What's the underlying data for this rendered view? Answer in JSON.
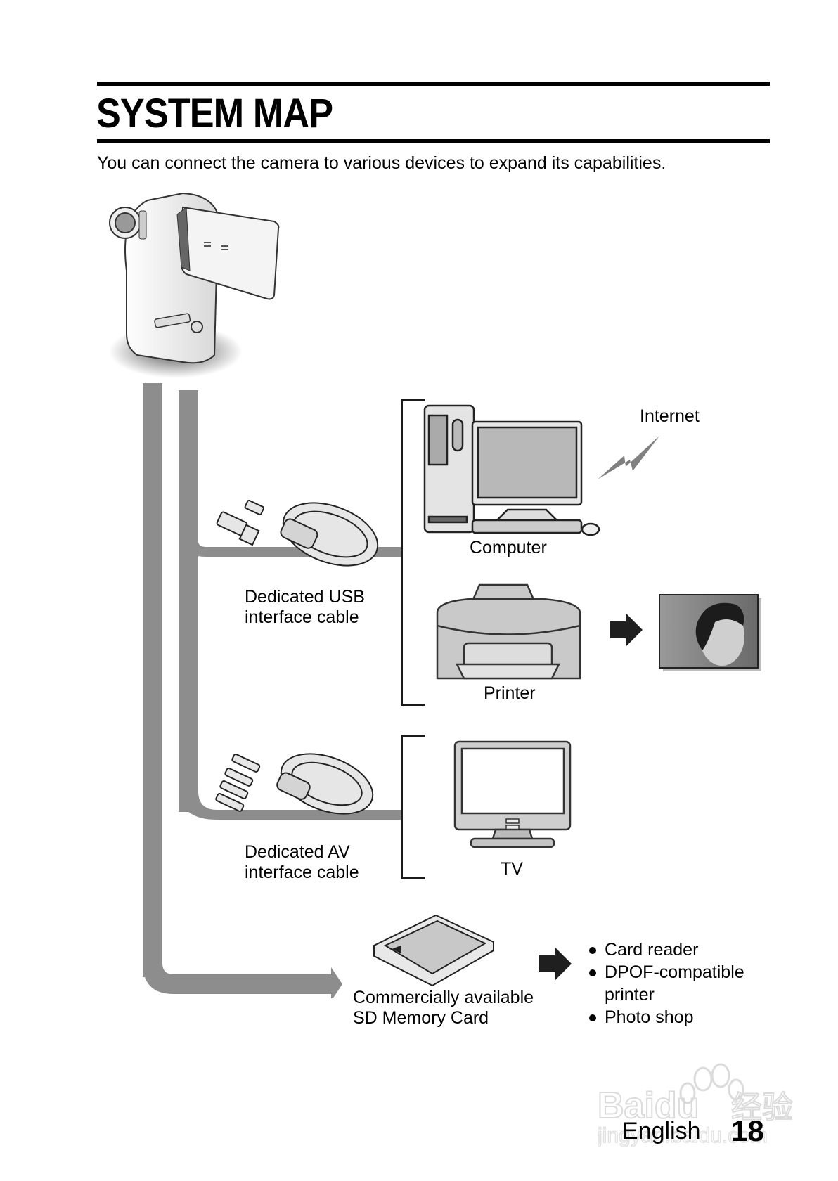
{
  "page": {
    "title": "SYSTEM MAP",
    "subtitle": "You can connect the camera to various devices to expand its capabilities.",
    "language": "English",
    "page_number": "18"
  },
  "devices": {
    "camera": {
      "icon": "camcorder-icon"
    },
    "internet": {
      "label": "Internet",
      "icon": "lightning-icon"
    },
    "computer": {
      "label": "Computer",
      "icon": "desktop-computer-icon"
    },
    "printer": {
      "label": "Printer",
      "icon": "printer-icon"
    },
    "print_result": {
      "icon": "printed-photo-icon"
    },
    "tv": {
      "label": "TV",
      "icon": "tv-icon"
    },
    "sd_card": {
      "label_line1": "Commercially available",
      "label_line2": "SD Memory Card",
      "icon": "sd-card-icon"
    }
  },
  "cables": {
    "usb": {
      "label_line1": "Dedicated USB",
      "label_line2": "interface cable",
      "icon": "usb-cable-icon"
    },
    "av": {
      "label_line1": "Dedicated AV",
      "label_line2": "interface cable",
      "icon": "av-cable-icon"
    }
  },
  "sd_uses": [
    {
      "text": "Card reader"
    },
    {
      "text": "DPOF-compatible"
    },
    {
      "text": "printer",
      "continuation": true
    },
    {
      "text": "Photo shop"
    }
  ],
  "watermark": {
    "brand": "Baidu",
    "brand_cn": "经验",
    "url": "jingyan.baidu.com"
  },
  "colors": {
    "connector": "#8d8d8d",
    "text": "#000000",
    "rule": "#000000"
  }
}
